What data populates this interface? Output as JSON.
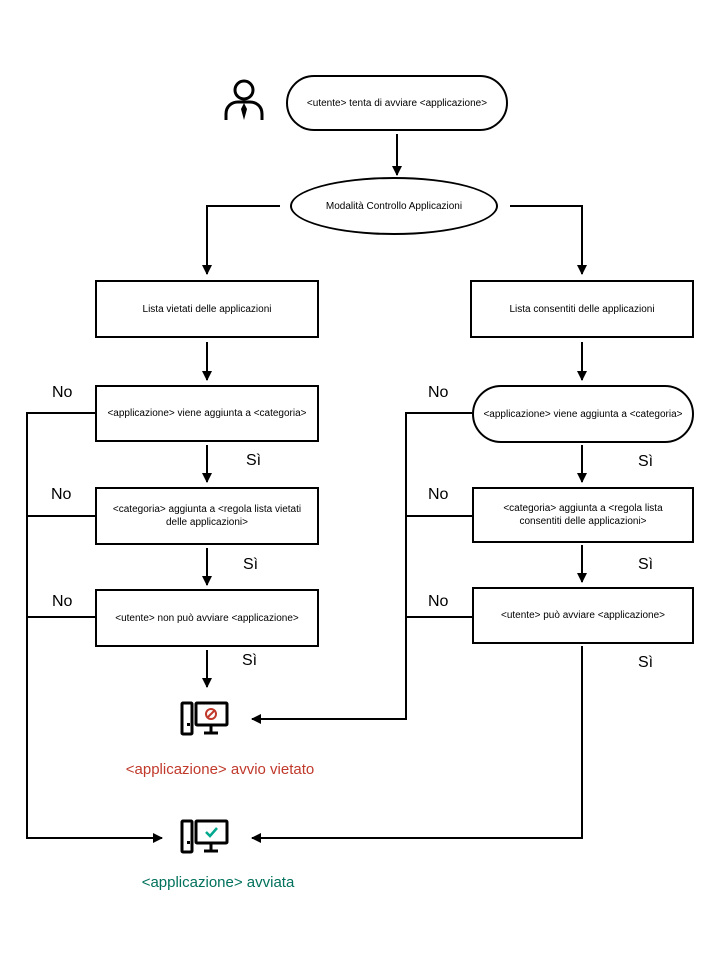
{
  "nodes": {
    "start": "<utente> tenta di avviare <applicazione>",
    "mode": "Modalità Controllo Applicazioni",
    "left_list": "Lista vietati delle applicazioni",
    "right_list": "Lista consentiti delle applicazioni",
    "left_q1": "<applicazione> viene aggiunta a <categoria>",
    "left_q2": "<categoria> aggiunta a <regola lista vietati delle applicazioni>",
    "left_q3": "<utente> non può avviare <applicazione>",
    "right_q1": "<applicazione> viene aggiunta a <categoria>",
    "right_q2": "<categoria> aggiunta a <regola lista consentiti delle applicazioni>",
    "right_q3": "<utente> può avviare <applicazione>"
  },
  "labels": {
    "no": "No",
    "yes": "Sì"
  },
  "results": {
    "blocked": "<applicazione> avvio vietato",
    "started": "<applicazione> avviata"
  },
  "icons": {
    "user": "user-icon",
    "blocked": "computer-blocked-icon",
    "started": "computer-check-icon"
  },
  "colors": {
    "blocked": "#c0392b",
    "started": "#00a88e"
  }
}
